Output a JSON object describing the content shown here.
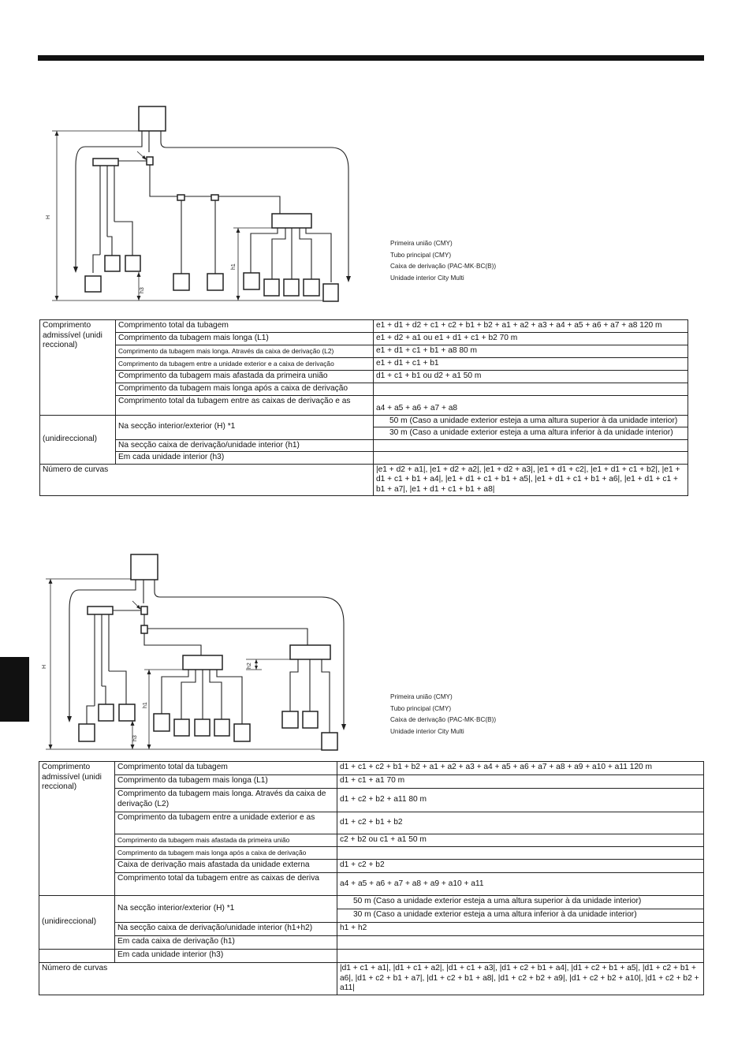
{
  "diagram1": {
    "labels": {
      "H": "H",
      "h1": "h1",
      "h3": "h3"
    },
    "legend": [
      "Primeira união (CMY)",
      "Tubo principal (CMY)",
      "Caixa de derivação (PAC-MK·BC(B))",
      "Unidade interior City Multi"
    ]
  },
  "table1": {
    "group_length": "Comprimento admissível (unidi reccional)",
    "group_height": "(unidireccional)",
    "rows": [
      {
        "label": "Comprimento total da tubagem",
        "value": "e1 + d1 + d2 + c1 + c2 + b1 + b2 + a1 + a2 + a3 + a4 + a5 + a6 + a7 + a8    120 m"
      },
      {
        "label": "Comprimento da tubagem mais longa (L1)",
        "value": "e1 + d2 + a1 ou e1 + d1 + c1 + b2    70 m"
      },
      {
        "label": "Comprimento da tubagem mais longa. Através da caixa de derivação (L2)",
        "value": "e1 + d1 + c1 + b1 + a8    80 m"
      },
      {
        "label": "Comprimento da tubagem entre a unidade exterior e a caixa de derivação",
        "value": "e1 + d1 + c1 + b1"
      },
      {
        "label": "Comprimento da tubagem mais afastada da primeira união",
        "value": "d1 + c1 + b1 ou d2 + a1    50 m"
      },
      {
        "label": "Comprimento da tubagem mais longa após a caixa de derivação",
        "value": ""
      },
      {
        "label": "Comprimento total da tubagem entre as caixas de derivação e as",
        "value": "a4 + a5 + a6 + a7 + a8"
      },
      {
        "label": "Na secção interior/exterior (H) *1",
        "value_a": "50 m (Caso a unidade exterior esteja a uma altura superior à da unidade interior)",
        "value_b": "30 m (Caso a unidade exterior esteja a uma altura inferior à da unidade interior)"
      },
      {
        "label": "Na secção caixa de derivação/unidade interior (h1)",
        "value": ""
      },
      {
        "label": "Em cada unidade interior (h3)",
        "value": ""
      },
      {
        "label": "Número de curvas",
        "value": "|e1 + d2 + a1|, |e1 + d2 + a2|, |e1 + d2 + a3|, |e1 + d1 + c2|, |e1 + d1 + c1 + b2|, |e1 + d1 + c1 + b1 + a4|, |e1 + d1 + c1 + b1 + a5|, |e1 + d1 + c1 + b1 + a6|, |e1 + d1 + c1 + b1 + a7|, |e1 + d1 + c1 + b1 + a8|"
      }
    ]
  },
  "diagram2": {
    "labels": {
      "H": "H",
      "h1": "h1",
      "h2": "h2",
      "h3": "h3"
    },
    "legend": [
      "Primeira união (CMY)",
      "Tubo principal (CMY)",
      "Caixa de derivação (PAC-MK·BC(B))",
      "Unidade interior City Multi"
    ]
  },
  "table2": {
    "group_length": "Comprimento admissível (unidi reccional)",
    "group_height": "(unidireccional)",
    "rows": [
      {
        "label": "Comprimento total da tubagem",
        "value": "d1 + c1 + c2 + b1 + b2 + a1 + a2 + a3 + a4 + a5 + a6 + a7 + a8 + a9 + a10 + a11    120 m"
      },
      {
        "label": "Comprimento da tubagem mais longa (L1)",
        "value": "d1 + c1 + a1    70 m"
      },
      {
        "label": "Comprimento da tubagem mais longa. Através da caixa de derivação (L2)",
        "value": "d1 + c2 + b2 + a11    80 m"
      },
      {
        "label": "Comprimento da tubagem entre a unidade exterior e as",
        "value": "d1 + c2 + b1 + b2"
      },
      {
        "label": "Comprimento da tubagem mais afastada da primeira união",
        "value": "c2 + b2 ou c1 + a1    50 m"
      },
      {
        "label": "Comprimento da tubagem mais longa após a caixa de derivação",
        "value": ""
      },
      {
        "label": "Caixa de derivação mais afastada da unidade externa",
        "value": "d1 + c2 + b2"
      },
      {
        "label": "Comprimento total da tubagem entre as caixas de deriva",
        "value": "a4 + a5 + a6 + a7 + a8 + a9 + a10 + a11"
      },
      {
        "label": "Na secção interior/exterior (H) *1",
        "value_a": "50 m (Caso a unidade exterior esteja a uma altura superior à da unidade interior)",
        "value_b": "30 m (Caso a unidade exterior esteja a uma altura inferior à da unidade interior)"
      },
      {
        "label": "Na secção caixa de derivação/unidade interior (h1+h2)",
        "value": "h1 + h2"
      },
      {
        "label": "Em cada caixa de derivação (h1)",
        "value": ""
      },
      {
        "label": "Em cada unidade interior (h3)",
        "value": ""
      },
      {
        "label": "Número de curvas",
        "value": "|d1 + c1 + a1|, |d1 + c1 + a2|, |d1 + c1 + a3|, |d1 + c2 + b1 + a4|, |d1 + c2 + b1 + a5|, |d1 + c2 + b1 + a6|, |d1 + c2 + b1 + a7|, |d1 + c2 + b1 + a8|, |d1 + c2 + b2 + a9|, |d1 + c2 + b2 + a10|, |d1 + c2 + b2 + a11|"
      }
    ]
  }
}
